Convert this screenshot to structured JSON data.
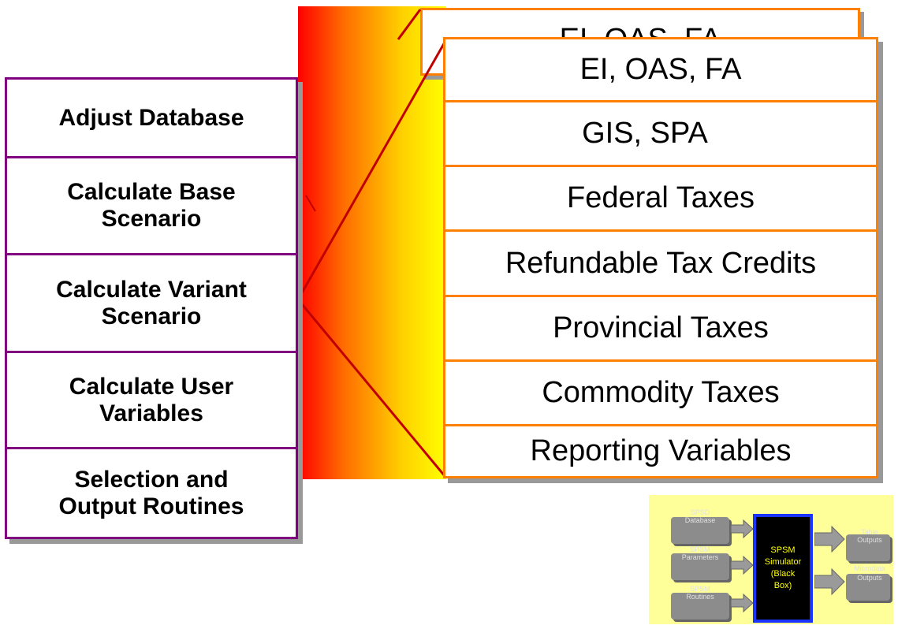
{
  "left_steps": [
    "Adjust Database",
    "Calculate Base Scenario",
    "Calculate Variant Scenario",
    "Calculate User Variables",
    "Selection and Output Routines"
  ],
  "right_modules": [
    "EI, OAS, FA",
    "GIS, SPA",
    "Federal Taxes",
    "Refundable Tax Credits",
    "Provincial Taxes",
    "Commodity Taxes",
    "Reporting Variables"
  ],
  "back_module": "EI, OAS, FA",
  "thumbnail": {
    "inputs": [
      {
        "top": "SPSD",
        "bottom": "Database"
      },
      {
        "top": "SPSM",
        "bottom": "Parameters"
      },
      {
        "top": "SPSM",
        "bottom": "Routines"
      }
    ],
    "simulator": "SPSM Simulator (Black Box)",
    "outputs": [
      {
        "top": "Table",
        "bottom": "Outputs"
      },
      {
        "top": "Microdata",
        "bottom": "Outputs"
      }
    ]
  },
  "colors": {
    "left_border": "#800080",
    "right_border": "#ff8000",
    "connector": "#c00000",
    "simulator_border": "#1a33ff"
  }
}
